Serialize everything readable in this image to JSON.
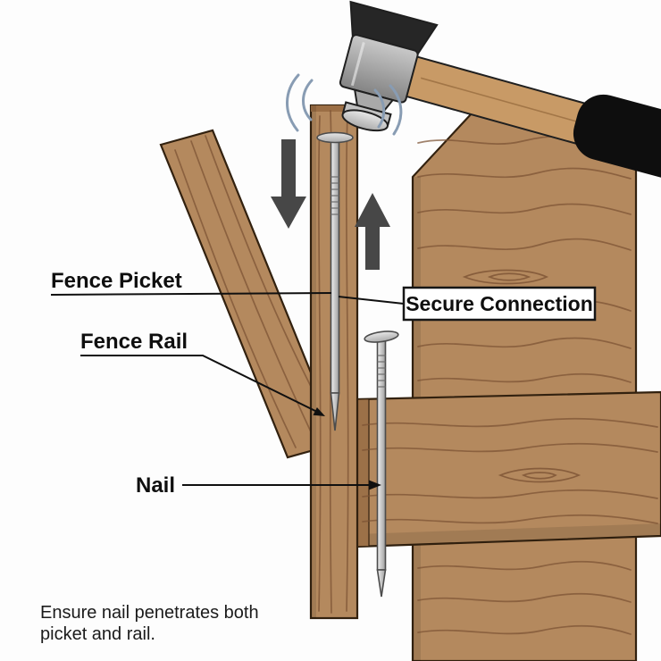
{
  "illustration": {
    "labels": {
      "fence_picket": "Fence Picket",
      "secure_connection": "Secure Connection",
      "fence_rail": "Fence Rail",
      "nail": "Nail"
    },
    "note": {
      "line1": "Ensure nail penetrates both",
      "line2": "picket and rail."
    },
    "colors": {
      "background": "#fdfdfd",
      "wood": "#b4895e",
      "wood_grain": "#7c5233",
      "wood_outline": "#32210f",
      "handle_wood": "#c89a66",
      "grip_black": "#0e0e0e",
      "metal_light": "#d9d9d9",
      "metal_dark": "#2b2b2b",
      "arrow_gray": "#474747",
      "impact_blue": "#889cb3",
      "label_text": "#0f0f0f",
      "callout_bg": "#ffffff",
      "callout_border": "#161616"
    }
  }
}
